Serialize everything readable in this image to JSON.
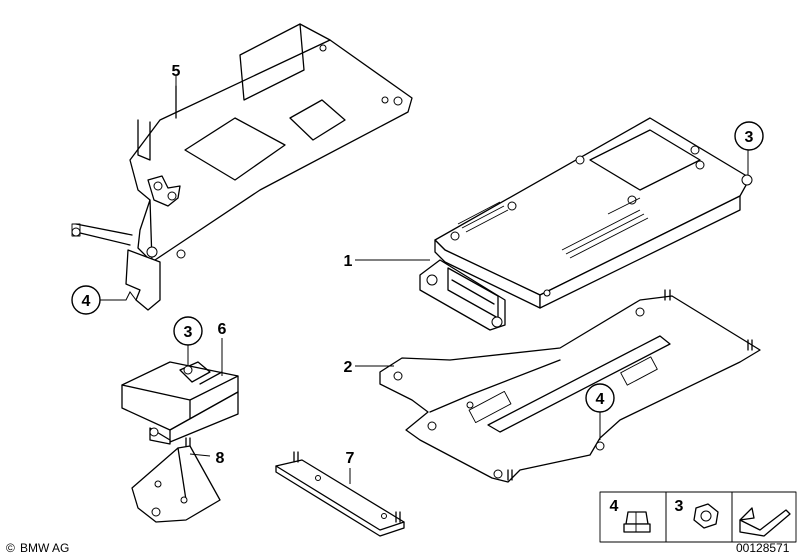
{
  "callouts": {
    "p1": "1",
    "p2": "2",
    "p3a": "3",
    "p3b": "3",
    "p4a": "4",
    "p4b": "4",
    "p5": "5",
    "p6": "6",
    "p7": "7",
    "p8": "8"
  },
  "legend": {
    "item_a": "4",
    "item_b": "3"
  },
  "footer": {
    "brand": "BMW AG",
    "copyright_symbol": "©",
    "drawing_number": "00128571"
  }
}
